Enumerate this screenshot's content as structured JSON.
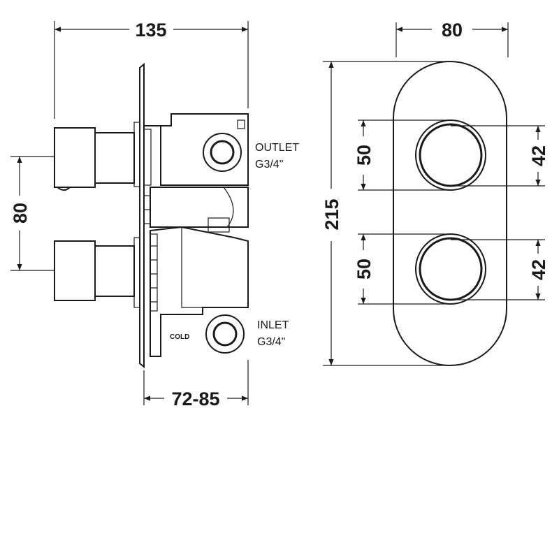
{
  "dimensions": {
    "overall_depth": "135",
    "spindle_spacing": "80",
    "body_depth": "72-85",
    "plate_width": "80",
    "plate_height": "215",
    "upper_handle_height": "50",
    "upper_handle_diameter": "42",
    "lower_handle_height": "50",
    "lower_handle_diameter": "42"
  },
  "labels": {
    "outlet_title": "OUTLET",
    "outlet_thread": "G3/4\"",
    "inlet_title": "INLET",
    "inlet_thread": "G3/4\"",
    "cold": "COLD"
  },
  "colors": {
    "line": "#1a1a1a",
    "background": "#ffffff"
  }
}
